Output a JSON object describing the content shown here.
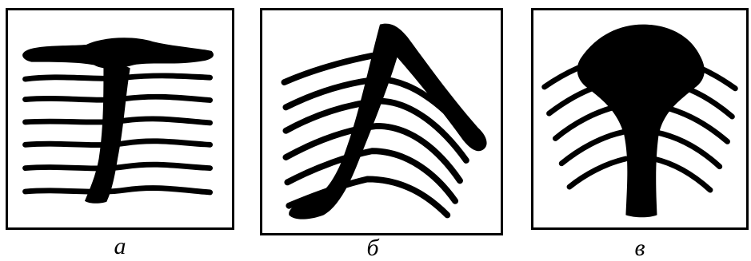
{
  "figure": {
    "panels": [
      {
        "id": "a",
        "label": "а",
        "pattern": "straight-layers-with-vertical-intrusion-and-top-cap"
      },
      {
        "id": "b",
        "label": "б",
        "pattern": "curved-layers-with-inclined-chevron-intrusion"
      },
      {
        "id": "c",
        "label": "в",
        "pattern": "arched-layers-with-funnel-shaped-intrusion"
      }
    ],
    "colors": {
      "ink": "#000000",
      "background": "#ffffff",
      "border": "#000000"
    }
  }
}
